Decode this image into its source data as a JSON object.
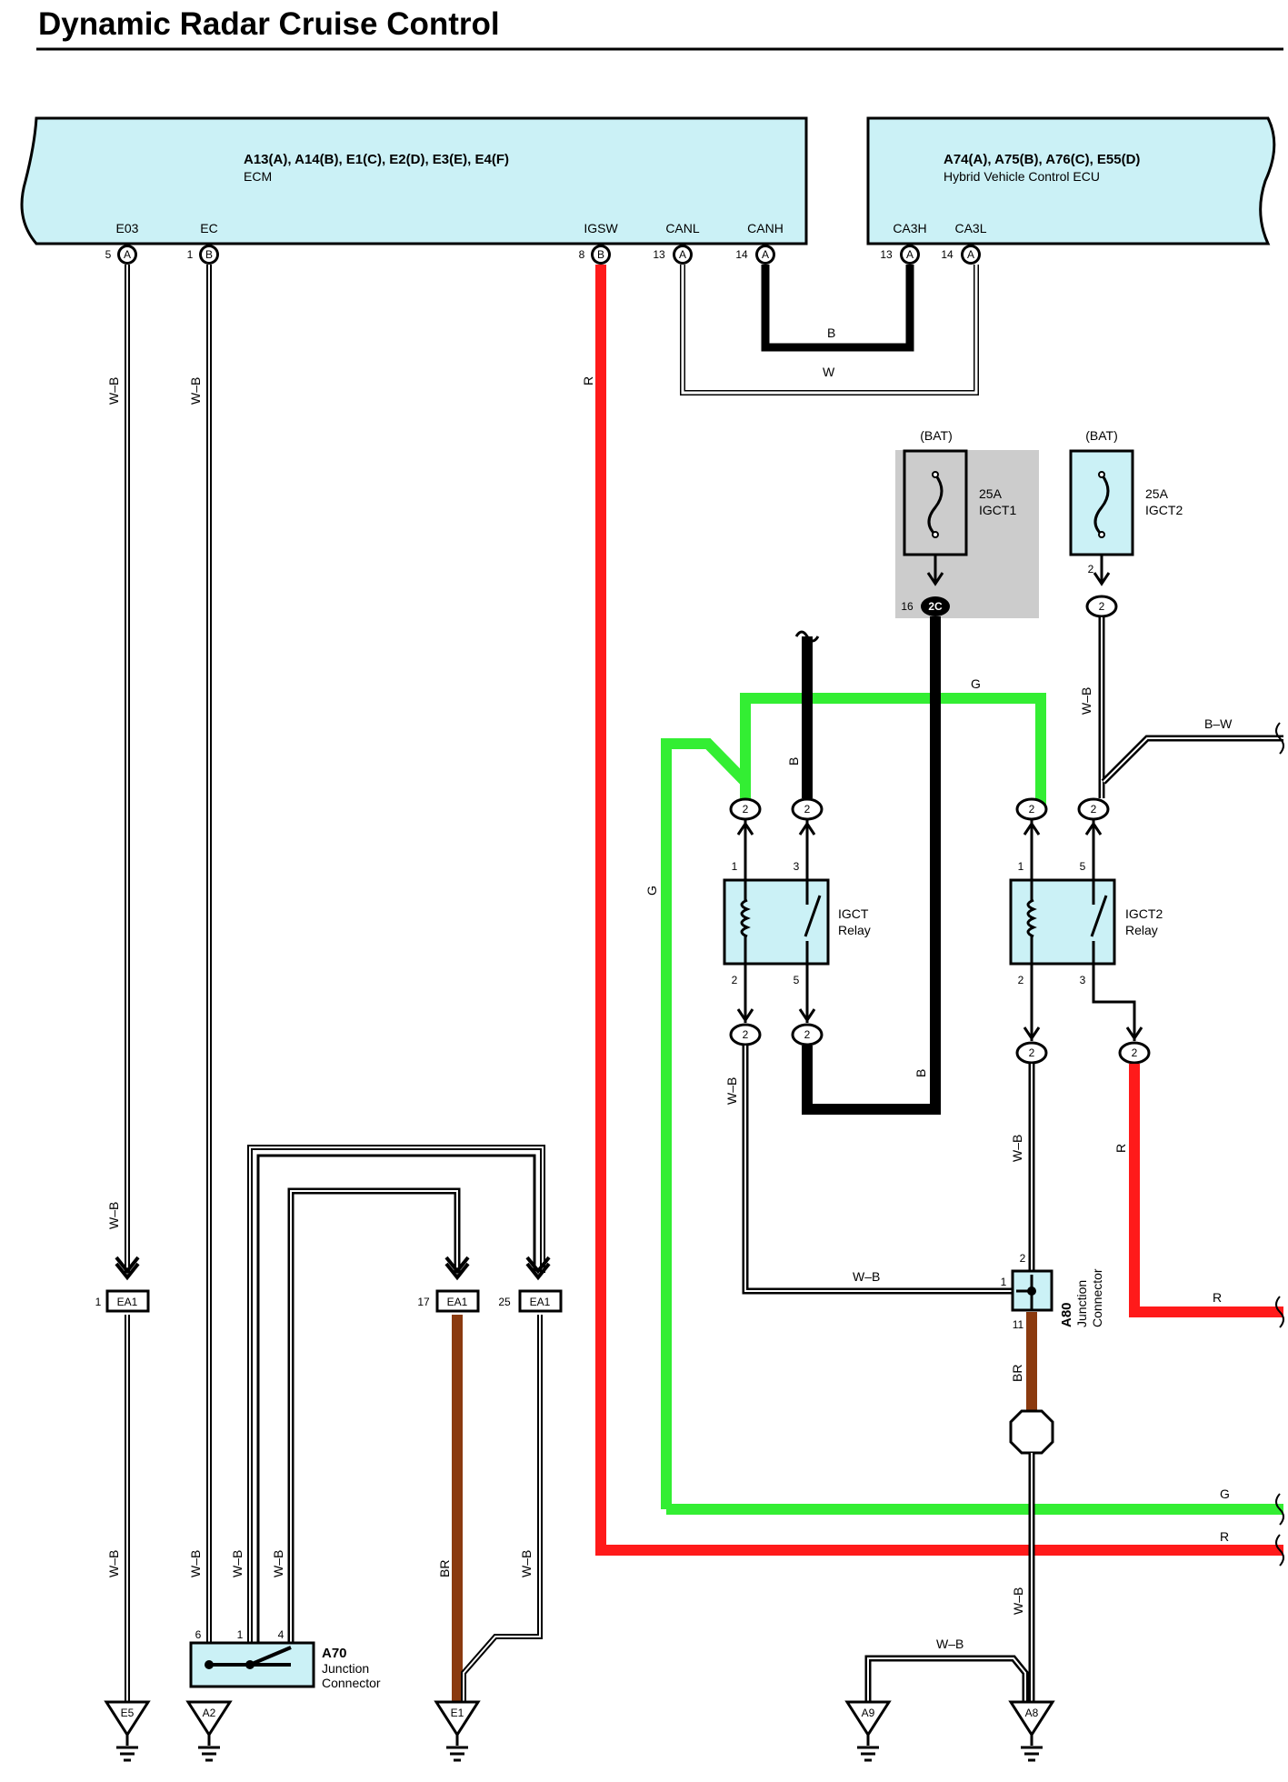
{
  "title": "Dynamic Radar Cruise Control",
  "colors": {
    "ecu_fill": "#cbf1f6",
    "wire_red": "#ff1a1a",
    "wire_green": "#33ee33",
    "wire_brown": "#8b3a0f",
    "wire_black": "#000000",
    "fuse_highlight": "#cccccc"
  },
  "ecm": {
    "connectors": "A13(A), A14(B), E1(C), E2(D), E3(E), E4(F)",
    "name": "ECM",
    "pins": [
      {
        "label": "E03",
        "num": "5",
        "conn": "A"
      },
      {
        "label": "EC",
        "num": "1",
        "conn": "B"
      },
      {
        "label": "IGSW",
        "num": "8",
        "conn": "B"
      },
      {
        "label": "CANL",
        "num": "13",
        "conn": "A"
      },
      {
        "label": "CANH",
        "num": "14",
        "conn": "A"
      }
    ]
  },
  "hv_ecu": {
    "connectors": "A74(A), A75(B), A76(C), E55(D)",
    "name": "Hybrid Vehicle Control ECU",
    "pins": [
      {
        "label": "CA3H",
        "num": "13",
        "conn": "A"
      },
      {
        "label": "CA3L",
        "num": "14",
        "conn": "A"
      }
    ]
  },
  "wires": {
    "w_b": "W–B",
    "b": "B",
    "w": "W",
    "r": "R",
    "g": "G",
    "br": "BR",
    "b_w": "B–W"
  },
  "fuses": [
    {
      "bat": "(BAT)",
      "rating": "25A",
      "name": "IGCT1",
      "pin": "16",
      "conn": "2C"
    },
    {
      "bat": "(BAT)",
      "rating": "25A",
      "name": "IGCT2",
      "pin": "2",
      "conn": "2"
    }
  ],
  "relays": [
    {
      "name1": "IGCT",
      "name2": "Relay",
      "pins": [
        "1",
        "3",
        "2",
        "5"
      ]
    },
    {
      "name1": "IGCT2",
      "name2": "Relay",
      "pins": [
        "1",
        "5",
        "2",
        "3"
      ]
    }
  ],
  "connector_2": "2",
  "ea1": {
    "label": "EA1",
    "pins": [
      "1",
      "17",
      "25"
    ]
  },
  "a70": {
    "id": "A70",
    "name1": "Junction",
    "name2": "Connector",
    "pins": [
      "6",
      "1",
      "4"
    ]
  },
  "a80": {
    "id": "A80",
    "name1": "Junction",
    "name2": "Connector",
    "pins": [
      "2",
      "1",
      "11"
    ]
  },
  "grounds": [
    "E5",
    "A2",
    "E1",
    "A9",
    "A8"
  ]
}
